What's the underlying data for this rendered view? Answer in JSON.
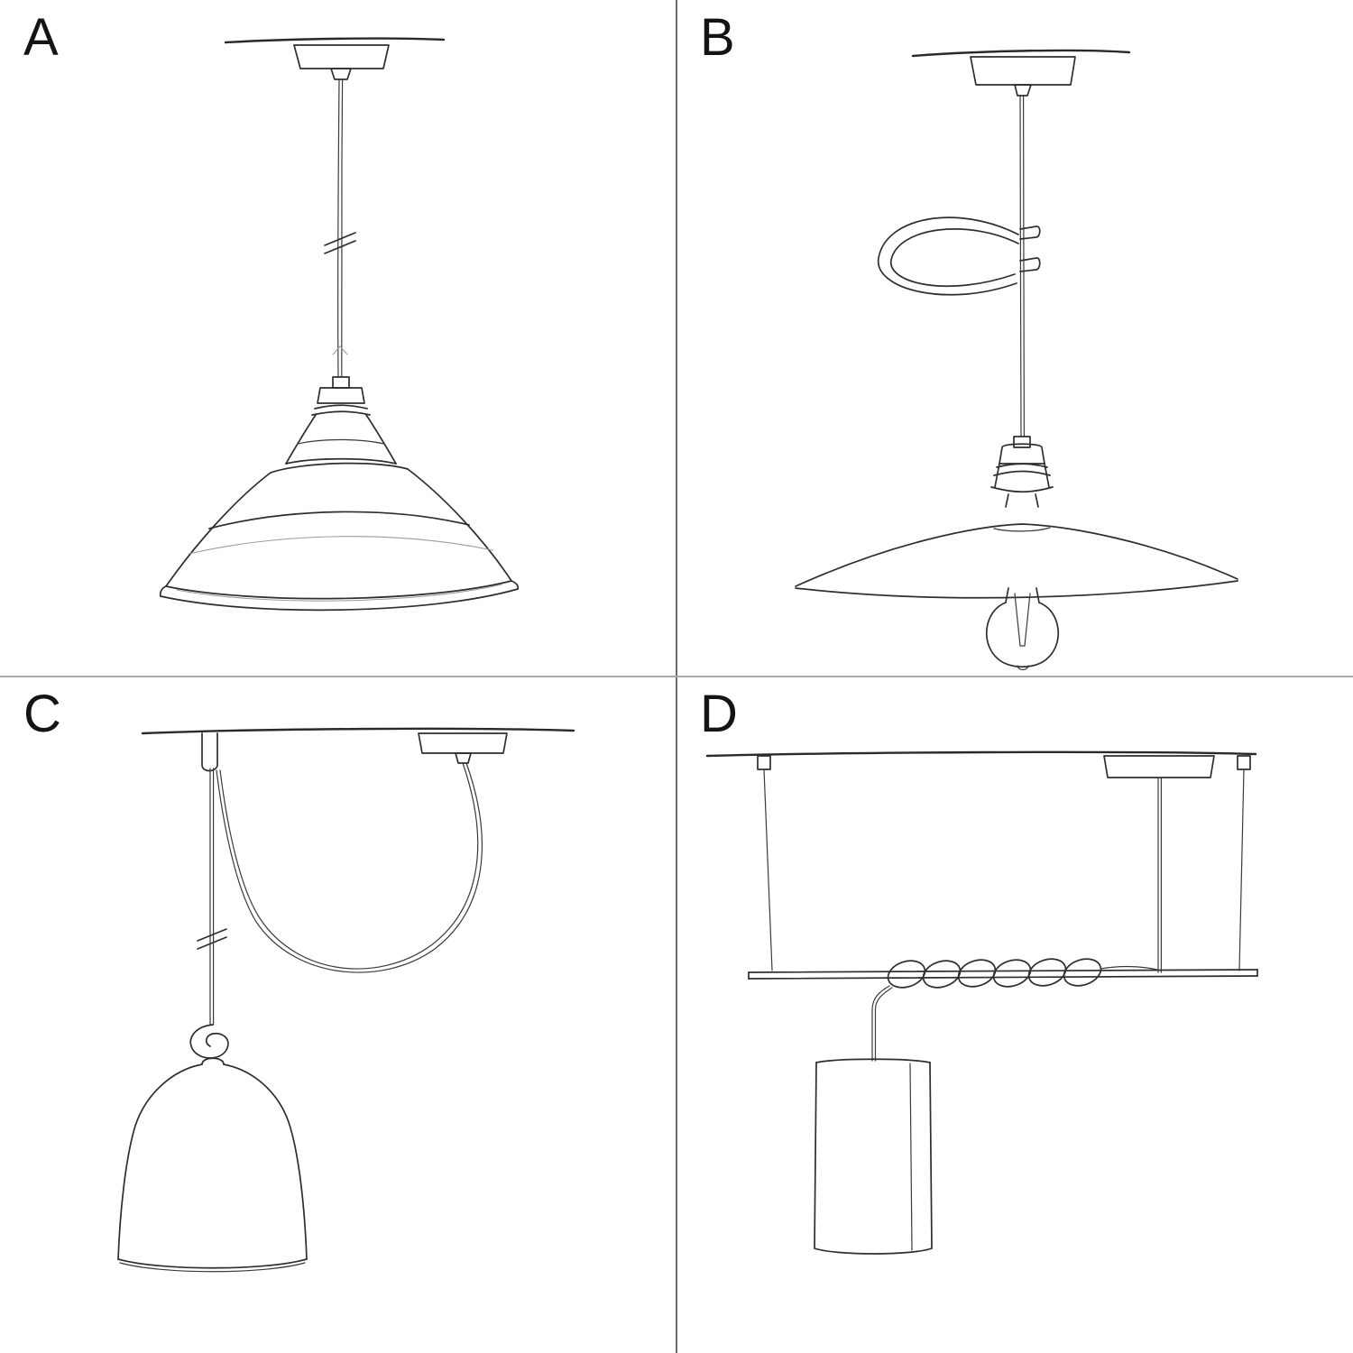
{
  "page": {
    "background": "#ffffff",
    "ink_color": "#2e2e2e",
    "vertical_divider_color": "#6e6e6e",
    "horizontal_divider_color": "#a9a9a9"
  },
  "panels": [
    {
      "label": "A",
      "sketch": "pendant-cord-with-industrial-bistro-shade"
    },
    {
      "label": "B",
      "sketch": "pendant-cord-with-strap-clip-flat-plate-shade-and-bulb"
    },
    {
      "label": "C",
      "sketch": "swag-pendant-with-hook-knot-and-bell-cloche-shade"
    },
    {
      "label": "D",
      "sketch": "bar-suspension-with-coiled-cord-and-cylinder-shade"
    }
  ]
}
